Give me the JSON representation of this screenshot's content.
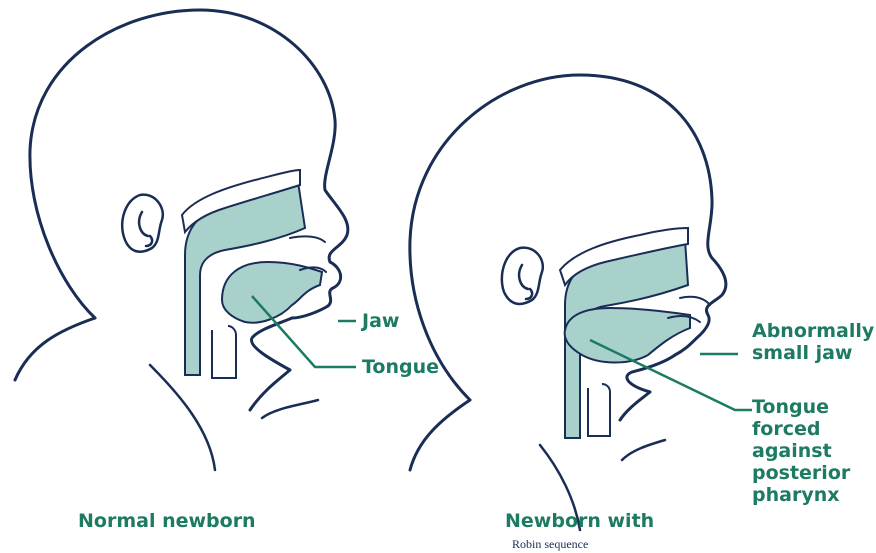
{
  "colors": {
    "outline": "#1a2d55",
    "airway_fill": "#a8d1cc",
    "label": "#1d7a63",
    "leader": "#1d7a63"
  },
  "left_figure": {
    "labels": {
      "jaw": "Jaw",
      "tongue": "Tongue"
    },
    "caption": "Normal newborn"
  },
  "right_figure": {
    "labels": {
      "jaw": [
        "Abnormally",
        "small jaw"
      ],
      "tongue": [
        "Tongue",
        "forced",
        "against",
        "posterior",
        "pharynx"
      ]
    },
    "caption": "Newborn with",
    "subcaption": "Robin sequence"
  }
}
